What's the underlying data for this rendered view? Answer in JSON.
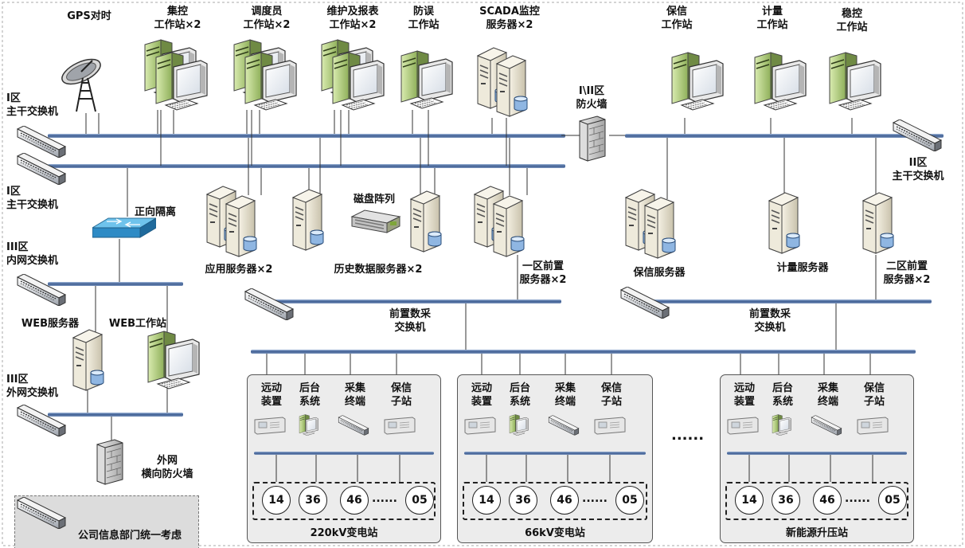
{
  "labels": {
    "gps": "GPS对时",
    "ws_jikong": "集控\n工作站×2",
    "ws_diaoduyuan": "调度员\n工作站×2",
    "ws_weihu": "维护及报表\n工作站×2",
    "ws_fangwu": "防误\n工作站",
    "srv_scada": "SCADA监控\n服务器×2",
    "ws_baoxin": "保信\n工作站",
    "ws_jiliang": "计量\n工作站",
    "ws_wenkong": "稳控\n工作站",
    "sw_zone1_main_a": "I区\n主干交换机",
    "sw_zone1_main_b": "I区\n主干交换机",
    "firewall_1_2": "I\\II区\n防火墙",
    "sw_zone2_main": "II区\n主干交换机",
    "isolation": "正向隔离",
    "disk_array": "磁盘阵列",
    "srv_app": "应用服务器×2",
    "srv_history": "历史数据服务器×2",
    "srv_front1": "一区前置\n服务器×2",
    "srv_baoxin": "保信服务器",
    "srv_jiliang": "计量服务器",
    "srv_front2": "二区前置\n服务器×2",
    "sw_zone3_inner": "III区\n内网交换机",
    "web_server": "WEB服务器",
    "web_ws": "WEB工作站",
    "sw_front_a": "前置数采\n交换机",
    "sw_front_b": "前置数采\n交换机",
    "sw_zone3_outer": "III区\n外网交换机",
    "ext_firewall": "外网\n横向防火墙",
    "company": "公司信息部门统一考虑",
    "ellipsis": "......"
  },
  "substations": [
    {
      "title": "220kV变电站",
      "units": [
        "远动\n装置",
        "后台\n系统",
        "采集\n终端",
        "保信\n子站"
      ],
      "meters": [
        "14",
        "36",
        "46",
        "05"
      ],
      "dots": "......"
    },
    {
      "title": "66kV变电站",
      "units": [
        "远动\n装置",
        "后台\n系统",
        "采集\n终端",
        "保信\n子站"
      ],
      "meters": [
        "14",
        "36",
        "46",
        "05"
      ],
      "dots": "......"
    },
    {
      "title": "新能源升压站",
      "units": [
        "远动\n装置",
        "后台\n系统",
        "采集\n终端",
        "保信\n子站"
      ],
      "meters": [
        "14",
        "36",
        "46",
        "05"
      ],
      "dots": "......"
    }
  ]
}
